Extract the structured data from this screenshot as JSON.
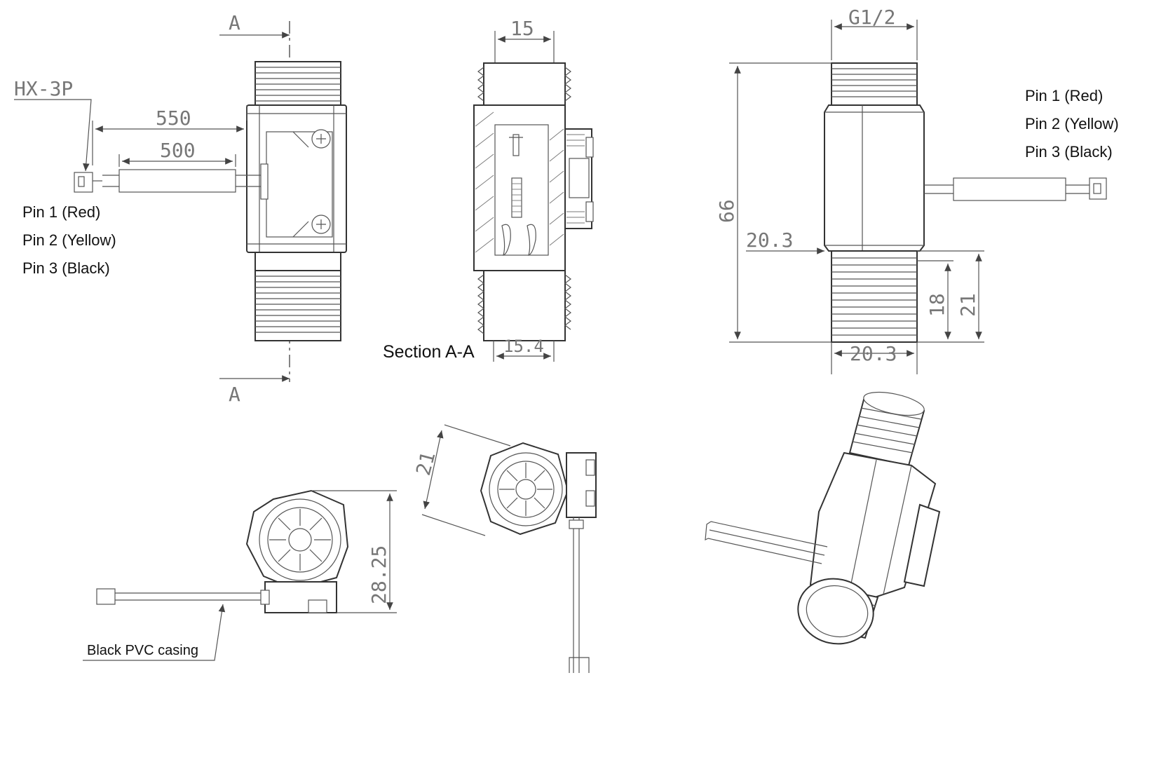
{
  "front_view": {
    "connector_label": "HX-3P",
    "section_mark_top": "A",
    "section_mark_bottom": "A",
    "dim_cable_total": "550",
    "dim_cable_sleeve": "500",
    "pins": [
      "Pin 1 (Red)",
      "Pin 2 (Yellow)",
      "Pin 3 (Black)"
    ]
  },
  "section_view": {
    "title": "Section A-A",
    "dim_top": "15",
    "dim_bottom": "15.4"
  },
  "side_view": {
    "dim_thread": "G1/2",
    "dim_height": "66",
    "dim_body": "20.3",
    "dim_bottom_width": "20.3",
    "dim_thread_18": "18",
    "dim_thread_21": "21",
    "pins": [
      "Pin 1 (Red)",
      "Pin 2 (Yellow)",
      "Pin 3 (Black)"
    ]
  },
  "end_view": {
    "dim_height": "28.25",
    "casing_label": "Black PVC casing"
  },
  "tilted_view": {
    "dim_21": "21"
  }
}
